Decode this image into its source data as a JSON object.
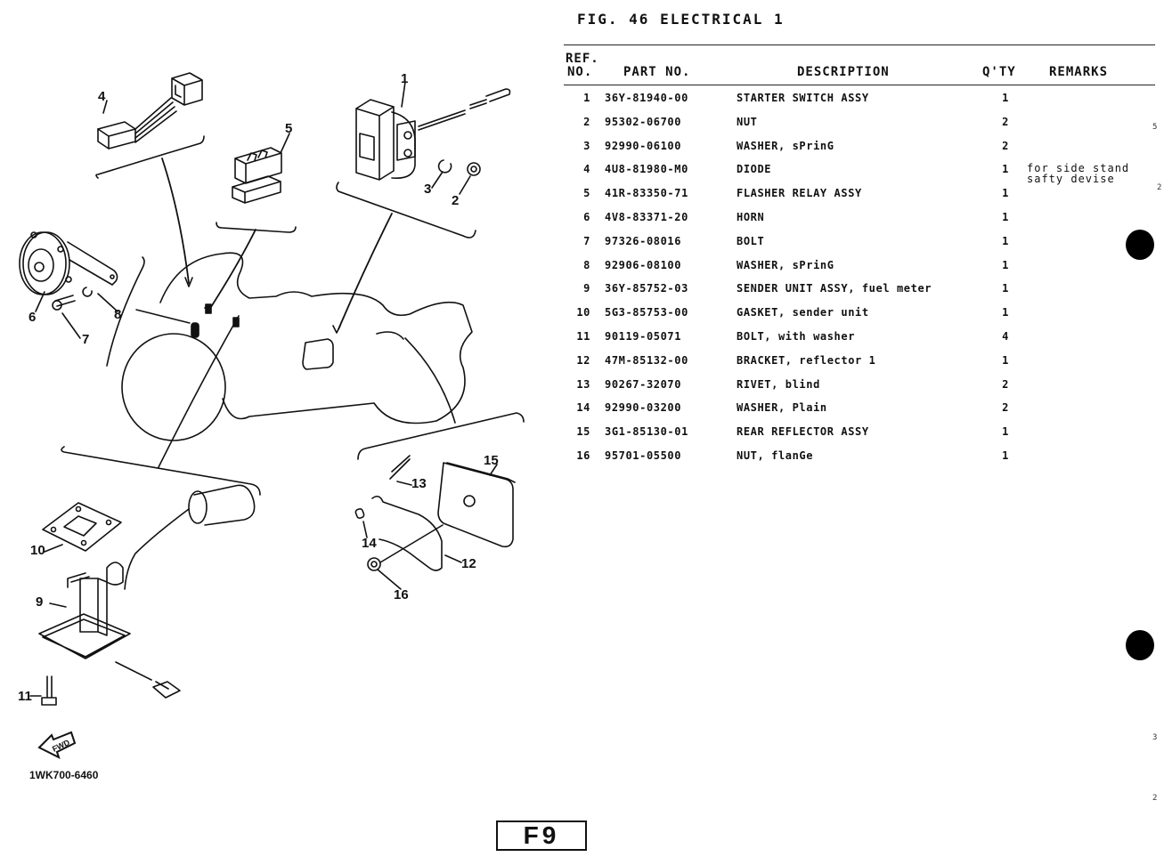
{
  "figure": {
    "title": "FIG. 46  ELECTRICAL 1",
    "drawing_code": "1WK700-6460",
    "page_label": "F9",
    "fwd_icon_label": "FWD"
  },
  "table": {
    "headers": {
      "ref_line1": "REF.",
      "ref_line2": "NO.",
      "part_no": "PART NO.",
      "description": "DESCRIPTION",
      "qty": "Q'TY",
      "remarks": "REMARKS"
    },
    "rows": [
      {
        "ref": "1",
        "part_no": "36Y-81940-00",
        "description": "STARTER SWITCH ASSY",
        "qty": "1",
        "remarks": ""
      },
      {
        "ref": "2",
        "part_no": "95302-06700",
        "description": "NUT",
        "qty": "2",
        "remarks": ""
      },
      {
        "ref": "3",
        "part_no": "92990-06100",
        "description": "WASHER, sPrinG",
        "qty": "2",
        "remarks": ""
      },
      {
        "ref": "4",
        "part_no": "4U8-81980-M0",
        "description": "DIODE",
        "qty": "1",
        "remarks": "for side stand",
        "remarks2": "safty devise"
      },
      {
        "ref": "5",
        "part_no": "41R-83350-71",
        "description": "FLASHER RELAY ASSY",
        "qty": "1",
        "remarks": ""
      },
      {
        "ref": "6",
        "part_no": "4V8-83371-20",
        "description": "HORN",
        "qty": "1",
        "remarks": ""
      },
      {
        "ref": "7",
        "part_no": "97326-08016",
        "description": "BOLT",
        "qty": "1",
        "remarks": ""
      },
      {
        "ref": "8",
        "part_no": "92906-08100",
        "description": "WASHER, sPrinG",
        "qty": "1",
        "remarks": ""
      },
      {
        "ref": "9",
        "part_no": "36Y-85752-03",
        "description": "SENDER UNIT ASSY, fuel meter",
        "qty": "1",
        "remarks": ""
      },
      {
        "ref": "10",
        "part_no": "5G3-85753-00",
        "description": "GASKET, sender unit",
        "qty": "1",
        "remarks": ""
      },
      {
        "ref": "11",
        "part_no": "90119-05071",
        "description": "BOLT, with washer",
        "qty": "4",
        "remarks": ""
      },
      {
        "ref": "12",
        "part_no": "47M-85132-00",
        "description": "BRACKET, reflector 1",
        "qty": "1",
        "remarks": ""
      },
      {
        "ref": "13",
        "part_no": "90267-32070",
        "description": "RIVET, blind",
        "qty": "2",
        "remarks": ""
      },
      {
        "ref": "14",
        "part_no": "92990-03200",
        "description": "WASHER, Plain",
        "qty": "2",
        "remarks": ""
      },
      {
        "ref": "15",
        "part_no": "3G1-85130-01",
        "description": "REAR REFLECTOR ASSY",
        "qty": "1",
        "remarks": ""
      },
      {
        "ref": "16",
        "part_no": "95701-05500",
        "description": "NUT, flanGe",
        "qty": "1",
        "remarks": ""
      }
    ]
  },
  "callouts": [
    "1",
    "2",
    "3",
    "4",
    "5",
    "6",
    "7",
    "8",
    "9",
    "10",
    "11",
    "12",
    "13",
    "14",
    "15",
    "16"
  ],
  "margin_marks": [
    "5",
    "2",
    "3",
    "2"
  ]
}
